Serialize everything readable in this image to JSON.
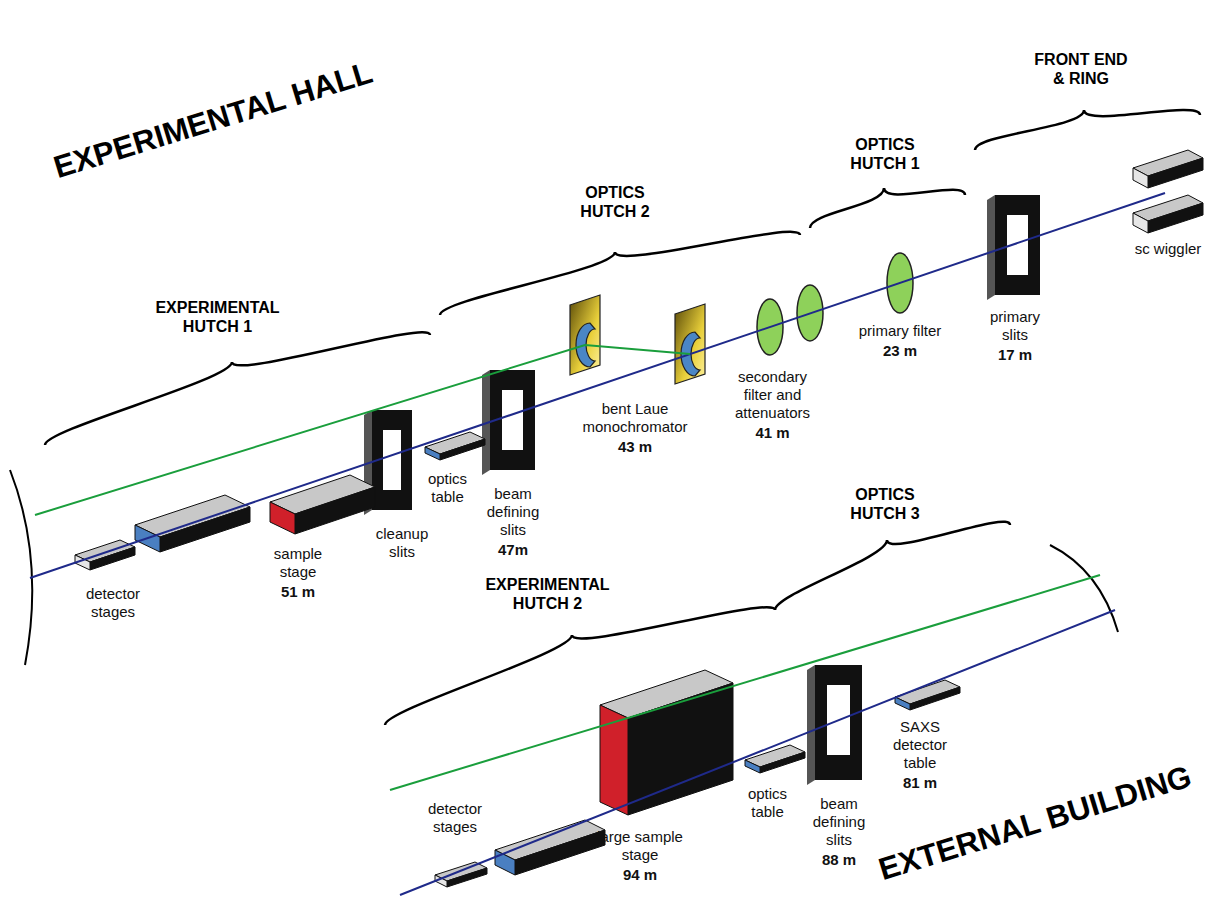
{
  "diagram": {
    "labels": [
      "EXPERIMENTAL HALL",
      "FRONT END & RING",
      "OPTICS HUTCH 1",
      "OPTICS HUTCH 2",
      "EXPERIMENTAL HUTCH 1",
      "sc wiggler",
      "primary slits",
      "17 m",
      "primary filter",
      "23 m",
      "secondary filter and attenuators",
      "41 m",
      "bent Laue monochromator",
      "43 m",
      "beam defining slits",
      "47m",
      "optics table",
      "sample stage",
      "51 m",
      "cleanup slits",
      "detector stages",
      "OPTICS HUTCH 3",
      "EXPERIMENTAL HUTCH 2",
      "SAXS detector table",
      "81 m",
      "beam defining slits",
      "88 m",
      "optics table",
      "large sample stage",
      "94 m",
      "detector stages",
      "EXTERNAL BUILDING"
    ]
  }
}
